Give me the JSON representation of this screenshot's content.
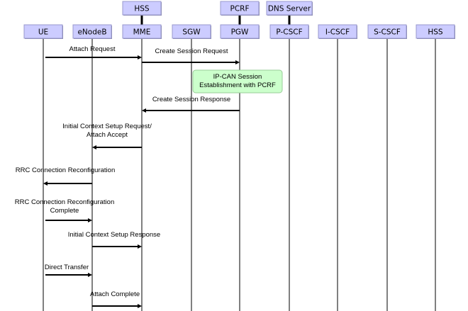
{
  "diagram": {
    "type": "sequence",
    "entities": [
      {
        "id": "ue",
        "label": "UE"
      },
      {
        "id": "enodeb",
        "label": "eNodeB"
      },
      {
        "id": "mme",
        "label": "MME"
      },
      {
        "id": "sgw",
        "label": "SGW"
      },
      {
        "id": "pgw",
        "label": "PGW"
      },
      {
        "id": "pcscf",
        "label": "P-CSCF"
      },
      {
        "id": "icscf",
        "label": "I-CSCF"
      },
      {
        "id": "scscf",
        "label": "S-CSCF"
      },
      {
        "id": "hss2",
        "label": "HSS"
      }
    ],
    "attached": [
      {
        "id": "hss",
        "label": "HSS",
        "parent": "mme"
      },
      {
        "id": "pcrf",
        "label": "PCRF",
        "parent": "pgw"
      },
      {
        "id": "dns",
        "label": "DNS Server",
        "parent": "pcscf"
      }
    ],
    "messages": [
      {
        "from": "ue",
        "to": "mme",
        "lines": [
          "Attach Request"
        ]
      },
      {
        "from": "mme",
        "to": "pgw",
        "lines": [
          "Create Session Request"
        ]
      },
      {
        "note": true,
        "lines": [
          "IP-CAN Session",
          "Establishment with PCRF"
        ]
      },
      {
        "from": "pgw",
        "to": "mme",
        "lines": [
          "Create Session Response"
        ]
      },
      {
        "from": "mme",
        "to": "enodeb",
        "lines": [
          "Initial Context Setup Request/",
          "Attach Accept"
        ]
      },
      {
        "from": "enodeb",
        "to": "ue",
        "lines": [
          "RRC Connection Reconfiguration"
        ]
      },
      {
        "from": "ue",
        "to": "enodeb",
        "lines": [
          "RRC Connection Reconfiguration",
          "Complete"
        ]
      },
      {
        "from": "enodeb",
        "to": "mme",
        "lines": [
          "Initial Context Setup Response"
        ]
      },
      {
        "from": "ue",
        "to": "enodeb",
        "lines": [
          "Direct Transfer"
        ]
      },
      {
        "from": "enodeb",
        "to": "mme",
        "lines": [
          "Attach Complete"
        ]
      }
    ]
  }
}
